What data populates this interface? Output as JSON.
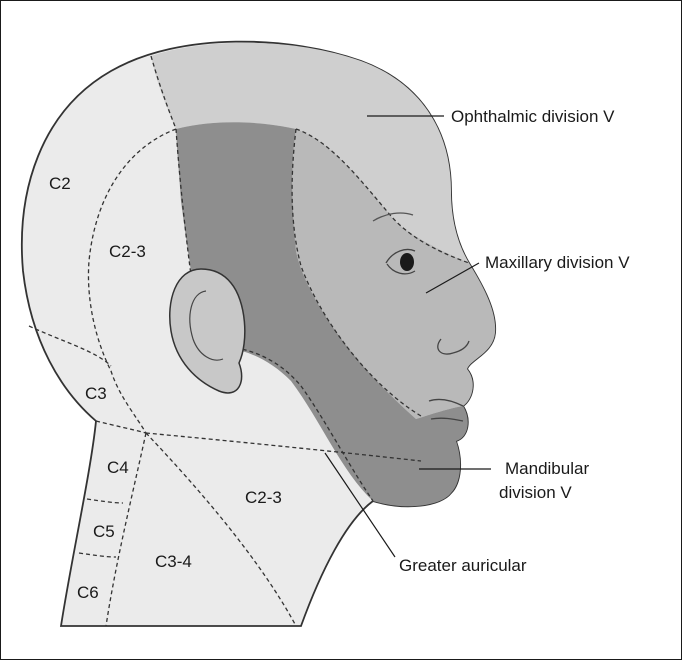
{
  "colors": {
    "background": "#ffffff",
    "skin_light": "#ebebeb",
    "ophthalmic": "#cfcfcf",
    "maxillary": "#b9b9b9",
    "mandibular": "#8e8e8e",
    "outline": "#333333"
  },
  "labels": {
    "ophthalmic": "Ophthalmic division V",
    "maxillary": "Maxillary division V",
    "mandibular_line1": "Mandibular",
    "mandibular_line2": "division V",
    "greater_auricular": "Greater auricular",
    "c2": "C2",
    "c2_3_upper": "C2-3",
    "c2_3_lower": "C2-3",
    "c3": "C3",
    "c3_4": "C3-4",
    "c4": "C4",
    "c5": "C5",
    "c6": "C6"
  }
}
